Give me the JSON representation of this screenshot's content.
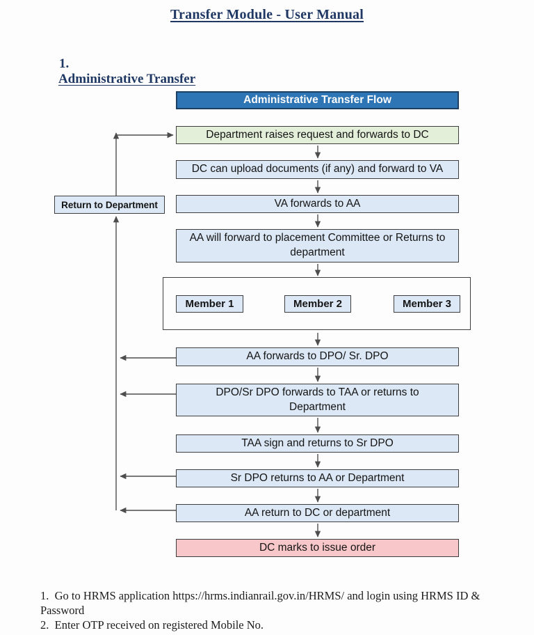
{
  "colors": {
    "page-bg": "#fdfdfd",
    "header-bg": "#2e75b6",
    "header-border": "#1e3f61",
    "header-text": "#ffffff",
    "blue-bg": "#dce8f5",
    "green-bg": "#e4efda",
    "pink-bg": "#f8c7c9",
    "box-border": "#3d3d3d",
    "box-text": "#141414",
    "title-color": "#1f3864",
    "arrow-color": "#4d4d4d",
    "footer-text": "#1c1c1c"
  },
  "document": {
    "title": "Transfer Module - User Manual",
    "section": {
      "number": "1.",
      "title": "Administrative Transfer"
    }
  },
  "flowchart": {
    "header": "Administrative Transfer Flow",
    "return_box": "Return to Department",
    "boxes": [
      "Department raises request and forwards to DC",
      "DC can upload documents (if any) and forward to VA",
      "VA forwards to AA",
      "AA will forward to placement Committee or Returns to department",
      "AA forwards to DPO/ Sr. DPO",
      "DPO/Sr DPO forwards to TAA or returns to Department",
      "TAA sign and returns to Sr DPO",
      "Sr DPO returns to AA or Department",
      "AA return to DC or department",
      "DC marks to issue order"
    ],
    "committee_members": [
      "Member 1",
      "Member 2",
      "Member 3"
    ]
  },
  "footer": {
    "lines": [
      "1.  Go to HRMS application https://hrms.indianrail.gov.in/HRMS/ and login using HRMS ID &",
      "Password",
      "2.  Enter OTP received on registered Mobile No."
    ]
  }
}
